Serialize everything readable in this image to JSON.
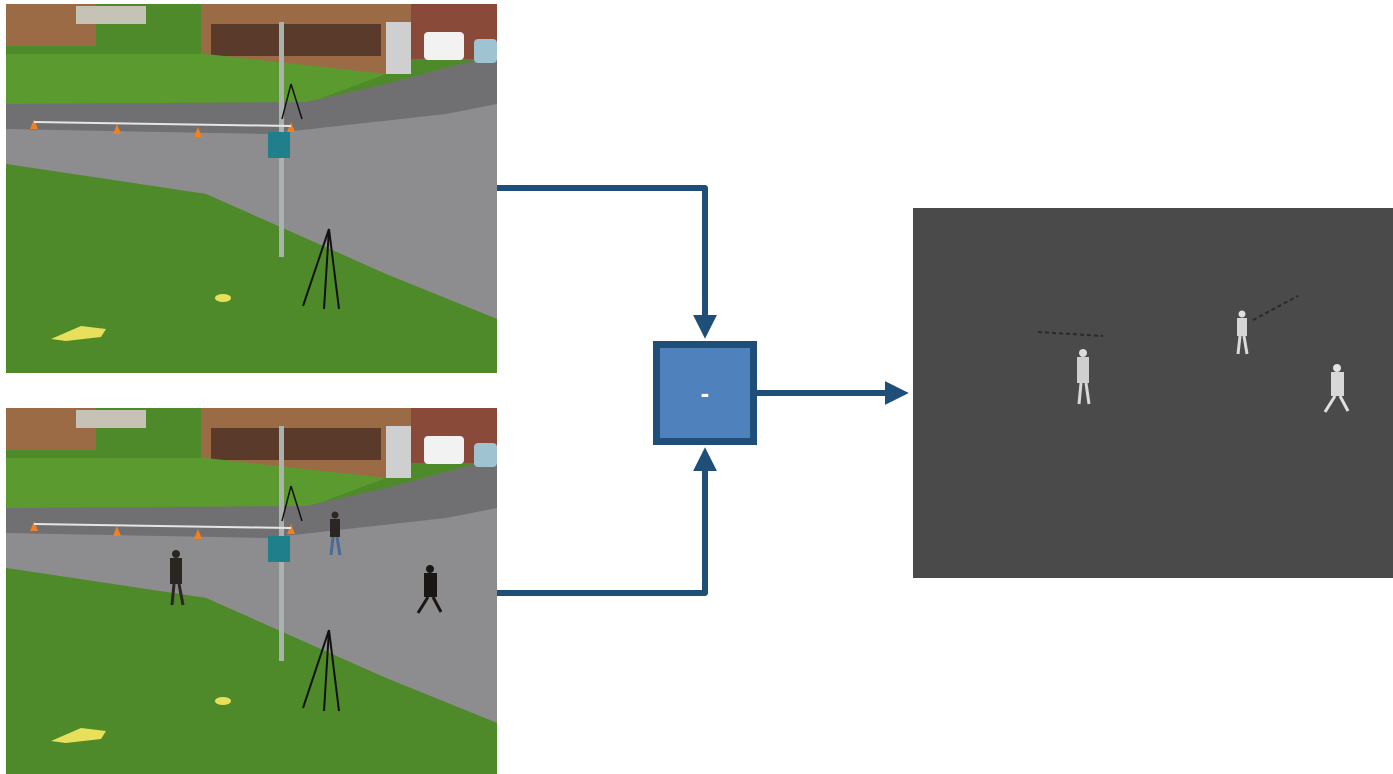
{
  "operator": {
    "label": "-"
  },
  "colors": {
    "arrow": "#1f4e79",
    "operator_fill": "#4f81bd",
    "operator_border": "#1f4e79",
    "grass": "#4f8a2a",
    "road": "#8d8d8f",
    "diff_background": "#4a4a4a"
  },
  "images": [
    {
      "role": "background-frame",
      "people": 0
    },
    {
      "role": "current-frame",
      "people": 3
    },
    {
      "role": "difference-mask",
      "people": 3
    }
  ]
}
